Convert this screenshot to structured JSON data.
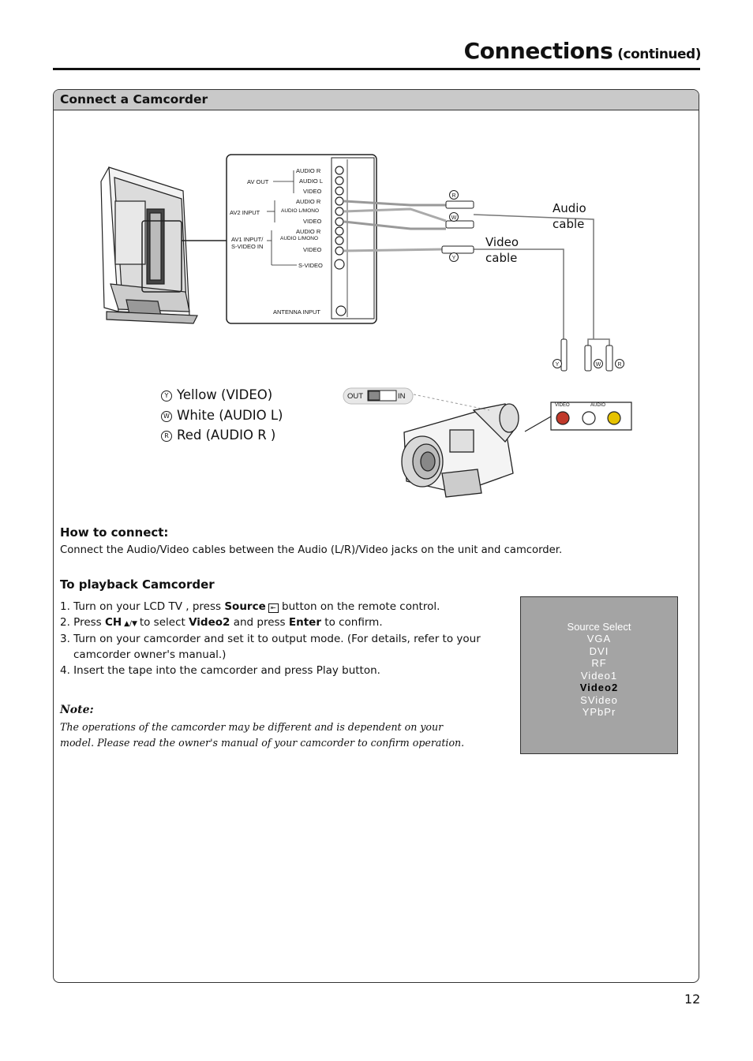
{
  "header": {
    "title": "Connections",
    "subtitle": "(continued)"
  },
  "section": {
    "title": "Connect a Camcorder"
  },
  "tv_panel": {
    "left_labels": [
      "AV OUT",
      "AV2 INPUT",
      "AV1 INPUT/",
      "S-VIDEO IN"
    ],
    "jack_labels": [
      "AUDIO R",
      "AUDIO L",
      "VIDEO",
      "AUDIO R",
      "AUDIO L/MONO",
      "VIDEO",
      "AUDIO R",
      "AUDIO L/MONO",
      "VIDEO",
      "S-VIDEO",
      "ANTENNA INPUT"
    ]
  },
  "cables": {
    "audio": [
      "Audio",
      "cable"
    ],
    "video": [
      "Video",
      "cable"
    ]
  },
  "legend": [
    {
      "sym": "Y",
      "text": "Yellow (VIDEO)"
    },
    {
      "sym": "W",
      "text": "White (AUDIO L)"
    },
    {
      "sym": "R",
      "text": "Red (AUDIO R )"
    }
  ],
  "switch": {
    "out": "OUT",
    "in": "IN"
  },
  "camcorder_jacks": {
    "video": "VIDEO",
    "audio": "AUDIO"
  },
  "how_to": {
    "title": "How to connect:",
    "body": "Connect the Audio/Video cables between the Audio (L/R)/Video jacks on the unit and camcorder."
  },
  "playback": {
    "title": "To playback Camcorder",
    "step1_pre": "1. Turn on your LCD TV , press ",
    "step1_bold": "Source",
    "step1_post": " button on the remote control.",
    "step2_pre": "2. Press ",
    "step2_bold1": "CH",
    "step2_mid": " to select ",
    "step2_bold2": "Video2",
    "step2_mid2": " and press ",
    "step2_bold3": "Enter",
    "step2_post": " to confirm.",
    "step3a": "3. Turn on your camcorder and set it to output mode. (For details, refer to your",
    "step3b": "camcorder owner's manual.)",
    "step4": "4. Insert the tape into the camcorder and press Play button."
  },
  "note": {
    "title": "Note:",
    "line1": "The operations of the camcorder may be different and is dependent on your",
    "line2": "model. Please read the owner's manual of your camcorder to confirm operation."
  },
  "osd": {
    "title": "Source Select",
    "items": [
      "VGA",
      "DVI",
      "RF",
      "Video1",
      "Video2",
      "SVideo",
      "YPbPr"
    ],
    "selected": "Video2"
  },
  "page_number": "12"
}
